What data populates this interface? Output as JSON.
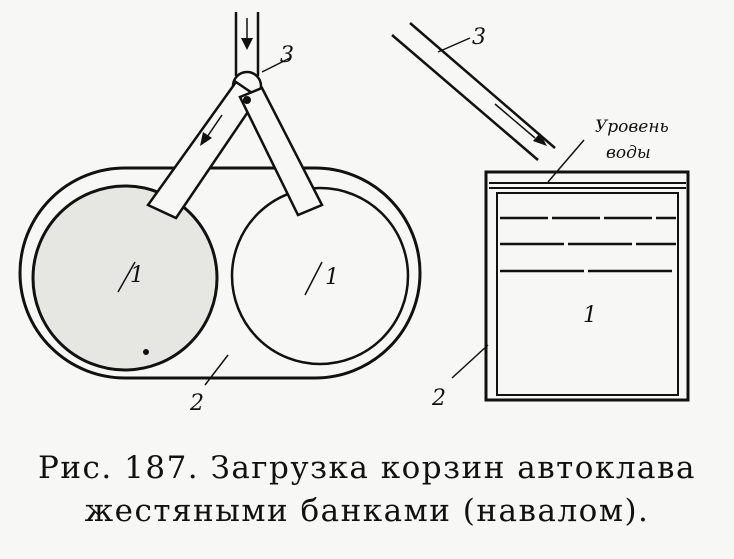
{
  "figure": {
    "left_view": {
      "pipe_label": "3",
      "basket_left_label": "1",
      "basket_right_label": "1",
      "autoclave_label": "2"
    },
    "right_view": {
      "pipe_label": "3",
      "water_level_label_line1": "Уровень",
      "water_level_label_line2": "воды",
      "basket_label": "1",
      "autoclave_label": "2"
    }
  },
  "caption": {
    "line1": "Рис. 187. Загрузка корзин автоклава",
    "line2": "жестяными банками (навалом)."
  }
}
